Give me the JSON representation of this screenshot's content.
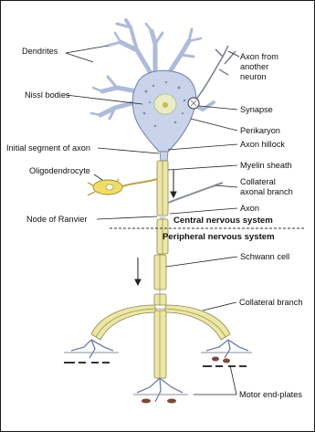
{
  "labels": {
    "dendrites": "Dendrites",
    "nissl_bodies": "Nissl bodies",
    "initial_segment": "Initial segment of axon",
    "oligodendrocyte": "Oligodendrocyte",
    "node_of_ranvier": "Node of Ranvier",
    "axon_from_another_line1": "Axon from",
    "axon_from_another_line2": "another",
    "axon_from_another_line3": "neuron",
    "synapse": "Synapse",
    "perikaryon": "Perikaryon",
    "axon_hillock": "Axon hillock",
    "myelin_sheath": "Myelin sheath",
    "collateral_axonal_line1": "Collateral",
    "collateral_axonal_line2": "axonal branch",
    "axon": "Axon",
    "central_nervous_system": "Central nervous system",
    "peripheral_nervous_system": "Peripheral nervous system",
    "schwann_cell": "Schwann cell",
    "collateral_branch": "Collateral branch",
    "motor_end_plates": "Motor end-plates"
  },
  "colors": {
    "cell_body": "#c9d3e9",
    "cell_outline": "#6e7ea4",
    "myelin": "#ece7a6",
    "myelin_edge": "#8a8550",
    "nucleus": "#e9ecc4",
    "oligodendrocyte": "#f1dc66",
    "end_plate": "#7a4a3a"
  }
}
